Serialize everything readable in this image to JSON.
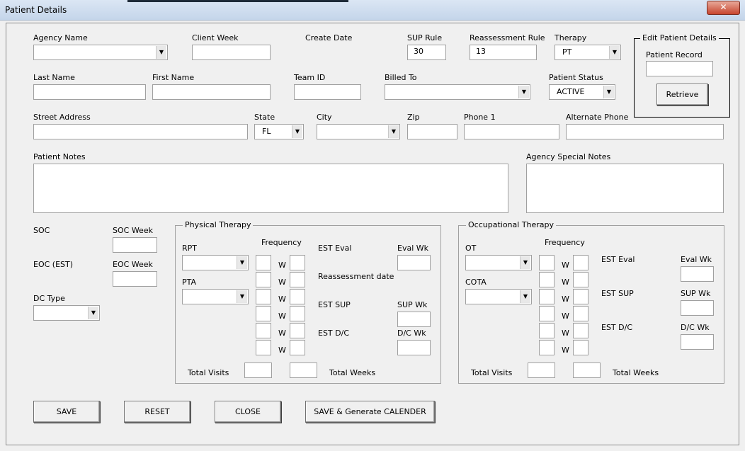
{
  "window": {
    "title": "Patient Details",
    "close_glyph": "✕"
  },
  "row1": {
    "agency_name": "Agency Name",
    "client_week": "Client Week",
    "create_date": "Create Date",
    "sup_rule": "SUP Rule",
    "sup_rule_value": "30",
    "reassessment_rule": "Reassessment Rule",
    "reassessment_rule_value": "13",
    "therapy": "Therapy",
    "therapy_value": "PT"
  },
  "edit": {
    "title": "Edit Patient Details",
    "patient_record": "Patient Record",
    "retrieve": "Retrieve"
  },
  "row2": {
    "last_name": "Last Name",
    "first_name": "First Name",
    "team_id": "Team ID",
    "billed_to": "Billed To",
    "patient_status": "Patient Status",
    "patient_status_value": "ACTIVE"
  },
  "row3": {
    "street_address": "Street Address",
    "state": "State",
    "state_value": "FL",
    "city": "City",
    "zip": "Zip",
    "phone1": "Phone 1",
    "alt_phone": "Alternate Phone"
  },
  "notes": {
    "patient_notes": "Patient Notes",
    "agency_notes": "Agency Special Notes"
  },
  "left": {
    "soc": "SOC",
    "soc_week": "SOC Week",
    "eoc": "EOC (EST)",
    "eoc_week": "EOC Week",
    "dc_type": "DC Type"
  },
  "pt": {
    "title": "Physical Therapy",
    "frequency": "Frequency",
    "rpt": "RPT",
    "pta": "PTA",
    "w": "W",
    "est_eval": "EST Eval",
    "eval_wk": "Eval Wk",
    "reassessment_date": "Reassessment date",
    "est_sup": "EST SUP",
    "sup_wk": "SUP Wk",
    "est_dc": "EST D/C",
    "dc_wk": "D/C Wk",
    "total_visits": "Total Visits",
    "total_weeks": "Total Weeks"
  },
  "ot": {
    "title": "Occupational Therapy",
    "frequency": "Frequency",
    "ot": "OT",
    "cota": "COTA",
    "w": "W",
    "est_eval": "EST Eval",
    "eval_wk": "Eval Wk",
    "est_sup": "EST SUP",
    "sup_wk": "SUP Wk",
    "est_dc": "EST D/C",
    "dc_wk": "D/C Wk",
    "total_visits": "Total Visits",
    "total_weeks": "Total Weeks"
  },
  "buttons": {
    "save": "SAVE",
    "reset": "RESET",
    "close": "CLOSE",
    "save_generate": "SAVE & Generate CALENDER"
  },
  "icons": {
    "dropdown_arrow": "▼"
  }
}
